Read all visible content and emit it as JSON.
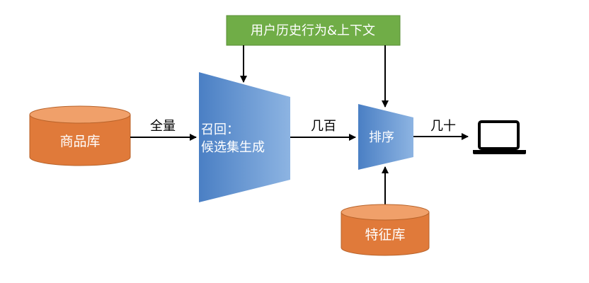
{
  "nodes": {
    "context": {
      "label": "用户历史行为&上下文"
    },
    "item_db": {
      "label": "商品库"
    },
    "recall": {
      "line1": "召回：",
      "line2": "候选集生成"
    },
    "ranking": {
      "label": "排序"
    },
    "feature_db": {
      "label": "特征库"
    }
  },
  "edges": {
    "all": {
      "label": "全量"
    },
    "hundreds": {
      "label": "几百"
    },
    "tens": {
      "label": "几十"
    }
  },
  "colors": {
    "context_fill": "#70ad47",
    "db_fill": "#e07a3a",
    "db_top": "#f0a06a",
    "db_stroke": "#b8632a",
    "funnel_start": "#4a7fc4",
    "funnel_end": "#8db4e2",
    "arrow": "#000000",
    "laptop": "#000000"
  },
  "icons": {
    "output": "laptop-icon"
  }
}
